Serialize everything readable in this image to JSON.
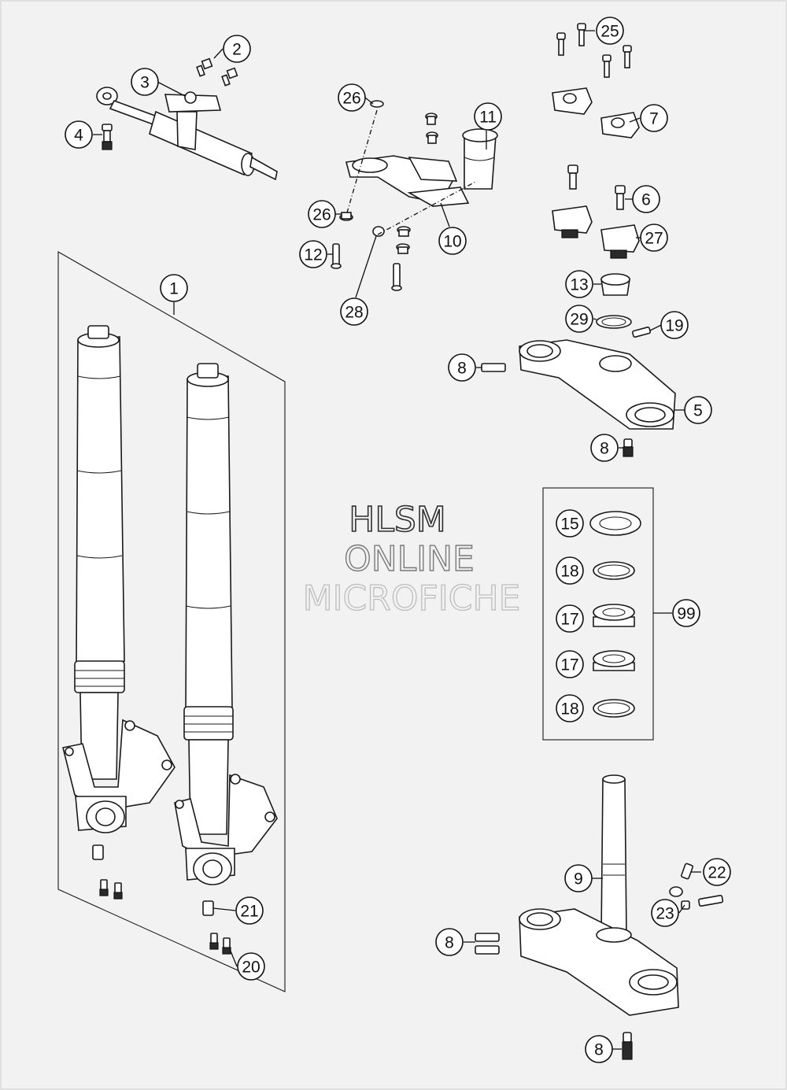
{
  "watermark": {
    "line1": "HLSM",
    "line2": "ONLINE",
    "line3": "MICROFICHE"
  },
  "callouts": [
    {
      "id": "c-25",
      "label": "25"
    },
    {
      "id": "c-2",
      "label": "2"
    },
    {
      "id": "c-3",
      "label": "3"
    },
    {
      "id": "c-4",
      "label": "4"
    },
    {
      "id": "c-26a",
      "label": "26"
    },
    {
      "id": "c-11",
      "label": "11"
    },
    {
      "id": "c-7",
      "label": "7"
    },
    {
      "id": "c-6",
      "label": "6"
    },
    {
      "id": "c-26b",
      "label": "26"
    },
    {
      "id": "c-27",
      "label": "27"
    },
    {
      "id": "c-10",
      "label": "10"
    },
    {
      "id": "c-12",
      "label": "12"
    },
    {
      "id": "c-1",
      "label": "1"
    },
    {
      "id": "c-13",
      "label": "13"
    },
    {
      "id": "c-28",
      "label": "28"
    },
    {
      "id": "c-29",
      "label": "29"
    },
    {
      "id": "c-19",
      "label": "19"
    },
    {
      "id": "c-8a",
      "label": "8"
    },
    {
      "id": "c-5",
      "label": "5"
    },
    {
      "id": "c-8b",
      "label": "8"
    },
    {
      "id": "c-15",
      "label": "15"
    },
    {
      "id": "c-18a",
      "label": "18"
    },
    {
      "id": "c-99",
      "label": "99"
    },
    {
      "id": "c-17a",
      "label": "17"
    },
    {
      "id": "c-17b",
      "label": "17"
    },
    {
      "id": "c-18b",
      "label": "18"
    },
    {
      "id": "c-9",
      "label": "9"
    },
    {
      "id": "c-22",
      "label": "22"
    },
    {
      "id": "c-21",
      "label": "21"
    },
    {
      "id": "c-23",
      "label": "23"
    },
    {
      "id": "c-8c",
      "label": "8"
    },
    {
      "id": "c-20",
      "label": "20"
    },
    {
      "id": "c-8d",
      "label": "8"
    }
  ]
}
